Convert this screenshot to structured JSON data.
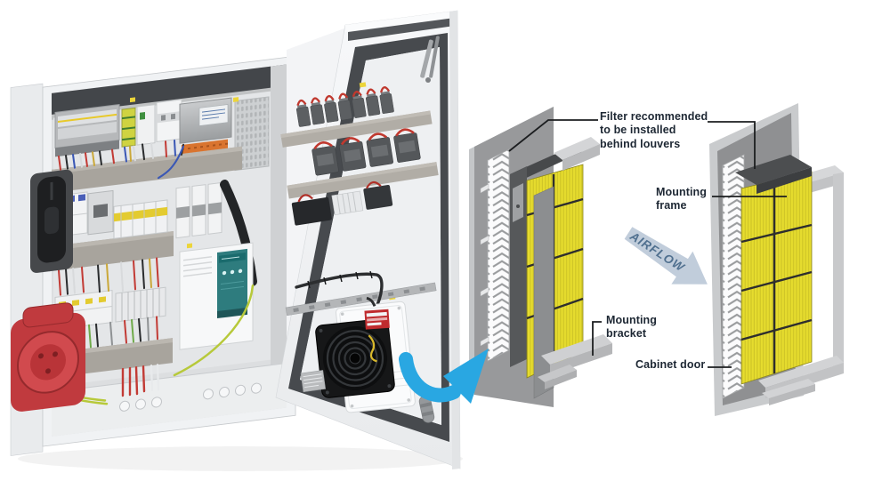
{
  "labels": {
    "filter_note": "Filter recommended\nto be installed\nbehind louvers",
    "mounting_frame": "Mounting\nframe",
    "mounting_bracket": "Mounting\nbracket",
    "cabinet_door": "Cabinet door",
    "airflow": "AIRFLOW"
  },
  "colors": {
    "filter_yellow": "#e4da2e",
    "door_panel_gray": "#98999b",
    "frame_light_gray": "#c9cbcd",
    "cap_dark_gray": "#4c4e50",
    "label_text": "#1d2733",
    "airflow_arrow_fill": "#bcc9d8",
    "airflow_text": "#50708f",
    "connector_arrow_blue": "#29a7e2",
    "fan_label_red": "#bf2b2e",
    "socket_red": "#c03a3e",
    "soft_starter_teal": "#2e7c7e"
  },
  "photo_elements": [
    "control-cabinet-enclosure",
    "cabinet-rotary-handle",
    "cee-power-socket",
    "wiring-ducts",
    "circuit-breakers",
    "soft-starter",
    "door-mounted-contactors",
    "filter-fan-unit",
    "din-rail",
    "cable-loom"
  ],
  "diagram_elements": [
    "cabinet-door-panel",
    "louver-strip",
    "filter-panel",
    "mounting-frame",
    "mounting-bracket",
    "airflow-arrow"
  ]
}
